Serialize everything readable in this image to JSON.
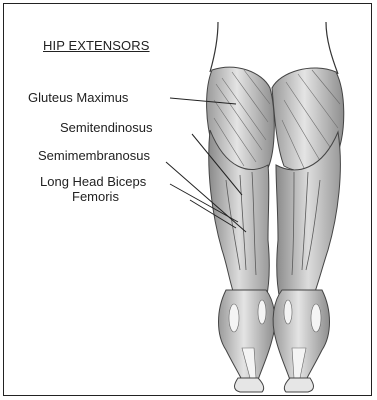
{
  "diagram": {
    "title": "HIP EXTENSORS",
    "labels": {
      "gluteus": "Gluteus Maximus",
      "semitendinosus": "Semitendinosus",
      "semimembranosus": "Semimembranosus",
      "biceps_line1": "Long Head Biceps",
      "biceps_line2": "Femoris"
    },
    "colors": {
      "ink": "#222222",
      "muscle_fill": "#d9d9d9",
      "muscle_dark": "#a8a8a8",
      "highlight": "#f2f2f2"
    }
  }
}
